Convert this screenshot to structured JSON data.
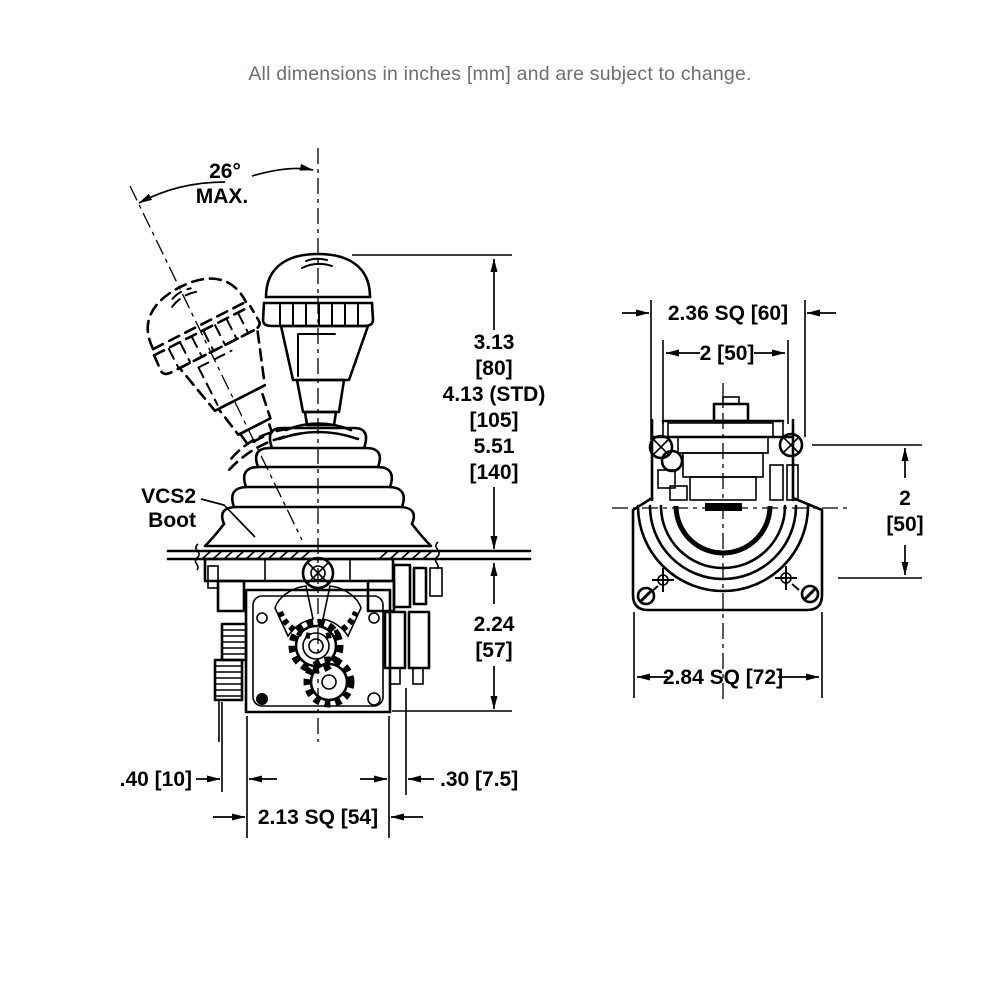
{
  "header": {
    "note": "All dimensions in inches [mm] and are subject to change."
  },
  "side_view": {
    "angle": {
      "value": "26°",
      "qualifier": "MAX."
    },
    "boot_label": {
      "line1": "VCS2",
      "line2": "Boot"
    },
    "height_dims": [
      "3.13",
      "[80]",
      "4.13 (STD)",
      "[105]",
      "5.51",
      "[140]"
    ],
    "below_panel_dim": {
      "inches": "2.24",
      "mm": "[57]"
    },
    "left_offset_dim": ".40 [10]",
    "right_offset_dim": ".30 [7.5]",
    "body_width_dim": "2.13 SQ [54]"
  },
  "front_view": {
    "outer_width_dim": "2.36 SQ [60]",
    "inner_width_dim": "2 [50]",
    "depth_dim": {
      "inches": "2",
      "mm": "[50]"
    },
    "flange_width_dim": "2.84 SQ [72]"
  },
  "colors": {
    "line": "#000000",
    "note_text": "#696e78",
    "background": "#ffffff"
  }
}
